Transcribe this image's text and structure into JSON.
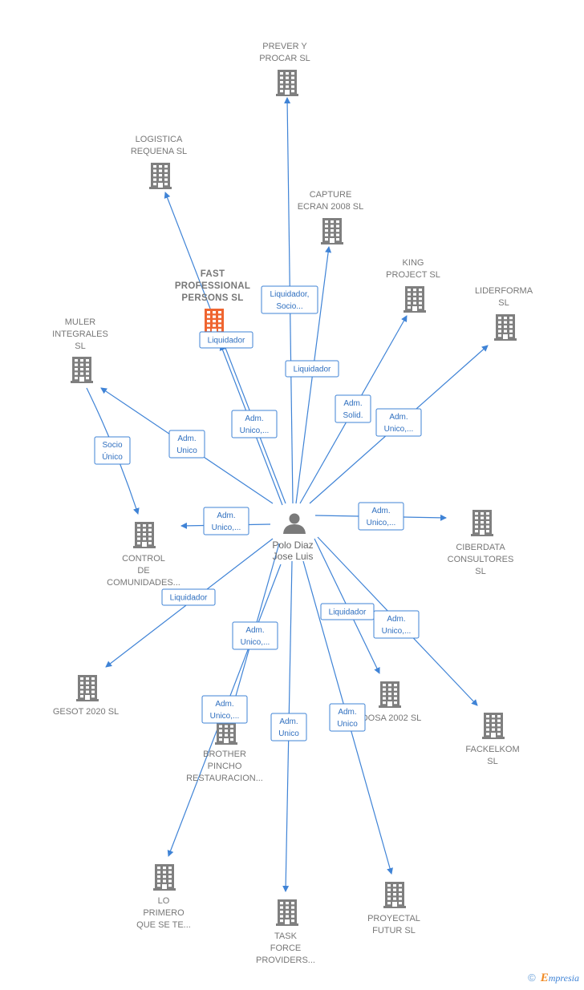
{
  "colors": {
    "edge": "#3f83d6",
    "building": "#7f7f7f",
    "building_highlight": "#ef6530",
    "person": "#7a7a7a"
  },
  "center": {
    "name": "Polo Diaz Jose Luis",
    "lines": [
      "Polo Diaz",
      "Jose Luis"
    ],
    "icon": "person-icon"
  },
  "nodes": [
    {
      "id": "prever",
      "lines": [
        "PREVER Y",
        "PROCAR SL"
      ],
      "icon": "building-icon"
    },
    {
      "id": "logistica",
      "lines": [
        "LOGISTICA",
        "REQUENA SL"
      ],
      "icon": "building-icon"
    },
    {
      "id": "capture",
      "lines": [
        "CAPTURE",
        "ECRAN 2008 SL"
      ],
      "icon": "building-icon"
    },
    {
      "id": "fast",
      "lines": [
        "FAST",
        "PROFESSIONAL",
        "PERSONS  SL"
      ],
      "icon": "building-icon",
      "highlight": true
    },
    {
      "id": "king",
      "lines": [
        "KING",
        "PROJECT  SL"
      ],
      "icon": "building-icon"
    },
    {
      "id": "liderforma",
      "lines": [
        "LIDERFORMA",
        "SL"
      ],
      "icon": "building-icon"
    },
    {
      "id": "muler",
      "lines": [
        "MULER",
        "INTEGRALES",
        "SL"
      ],
      "icon": "building-icon"
    },
    {
      "id": "control",
      "lines": [
        "CONTROL",
        "DE",
        "COMUNIDADES..."
      ],
      "icon": "building-icon"
    },
    {
      "id": "ciberdata",
      "lines": [
        "CIBERDATA",
        "CONSULTORES",
        "SL"
      ],
      "icon": "building-icon"
    },
    {
      "id": "gesot",
      "lines": [
        "GESOT 2020 SL"
      ],
      "icon": "building-icon"
    },
    {
      "id": "dosa",
      "lines": [
        "DOSA 2002 SL"
      ],
      "icon": "building-icon"
    },
    {
      "id": "fackelkom",
      "lines": [
        "FACKELKOM",
        "SL"
      ],
      "icon": "building-icon"
    },
    {
      "id": "brother",
      "lines": [
        "BROTHER",
        "PINCHO",
        "RESTAURACION..."
      ],
      "icon": "building-icon"
    },
    {
      "id": "lo",
      "lines": [
        "LO",
        "PRIMERO",
        "QUE SE TE..."
      ],
      "icon": "building-icon"
    },
    {
      "id": "task",
      "lines": [
        "TASK",
        "FORCE",
        "PROVIDERS..."
      ],
      "icon": "building-icon"
    },
    {
      "id": "proyectal",
      "lines": [
        "PROYECTAL",
        "FUTUR  SL"
      ],
      "icon": "building-icon"
    }
  ],
  "relations": [
    {
      "target": "prever",
      "lines": [
        "Liquidador,",
        "Socio..."
      ]
    },
    {
      "target": "logistica",
      "lines": [
        "Liquidador"
      ]
    },
    {
      "target": "capture",
      "lines": [
        "Liquidador"
      ]
    },
    {
      "target": "fast",
      "lines": [
        "Adm.",
        "Unico,..."
      ]
    },
    {
      "target": "king",
      "lines": [
        "Adm.",
        "Solid."
      ]
    },
    {
      "target": "liderforma",
      "lines": [
        "Adm.",
        "Unico,..."
      ]
    },
    {
      "target": "muler",
      "lines": [
        "Adm.",
        "Unico"
      ]
    },
    {
      "target": "control",
      "lines": [
        "Adm.",
        "Unico,..."
      ]
    },
    {
      "target": "ciberdata",
      "lines": [
        "Adm.",
        "Unico,..."
      ]
    },
    {
      "target": "gesot",
      "lines": [
        "Liquidador"
      ]
    },
    {
      "target": "dosa",
      "lines": [
        "Liquidador"
      ]
    },
    {
      "target": "fackelkom",
      "lines": [
        "Adm.",
        "Unico,..."
      ]
    },
    {
      "target": "brother",
      "lines": [
        "Adm.",
        "Unico,..."
      ]
    },
    {
      "target": "lo",
      "lines": [
        "Adm.",
        "Unico,..."
      ]
    },
    {
      "target": "task",
      "lines": [
        "Adm.",
        "Unico"
      ]
    },
    {
      "target": "proyectal",
      "lines": [
        "Adm.",
        "Unico"
      ]
    },
    {
      "source": "muler",
      "target": "control",
      "lines": [
        "Socio",
        "Único"
      ]
    }
  ],
  "footer": {
    "copyright_symbol": "©",
    "brand_first": "E",
    "brand_rest": "mpresia"
  }
}
